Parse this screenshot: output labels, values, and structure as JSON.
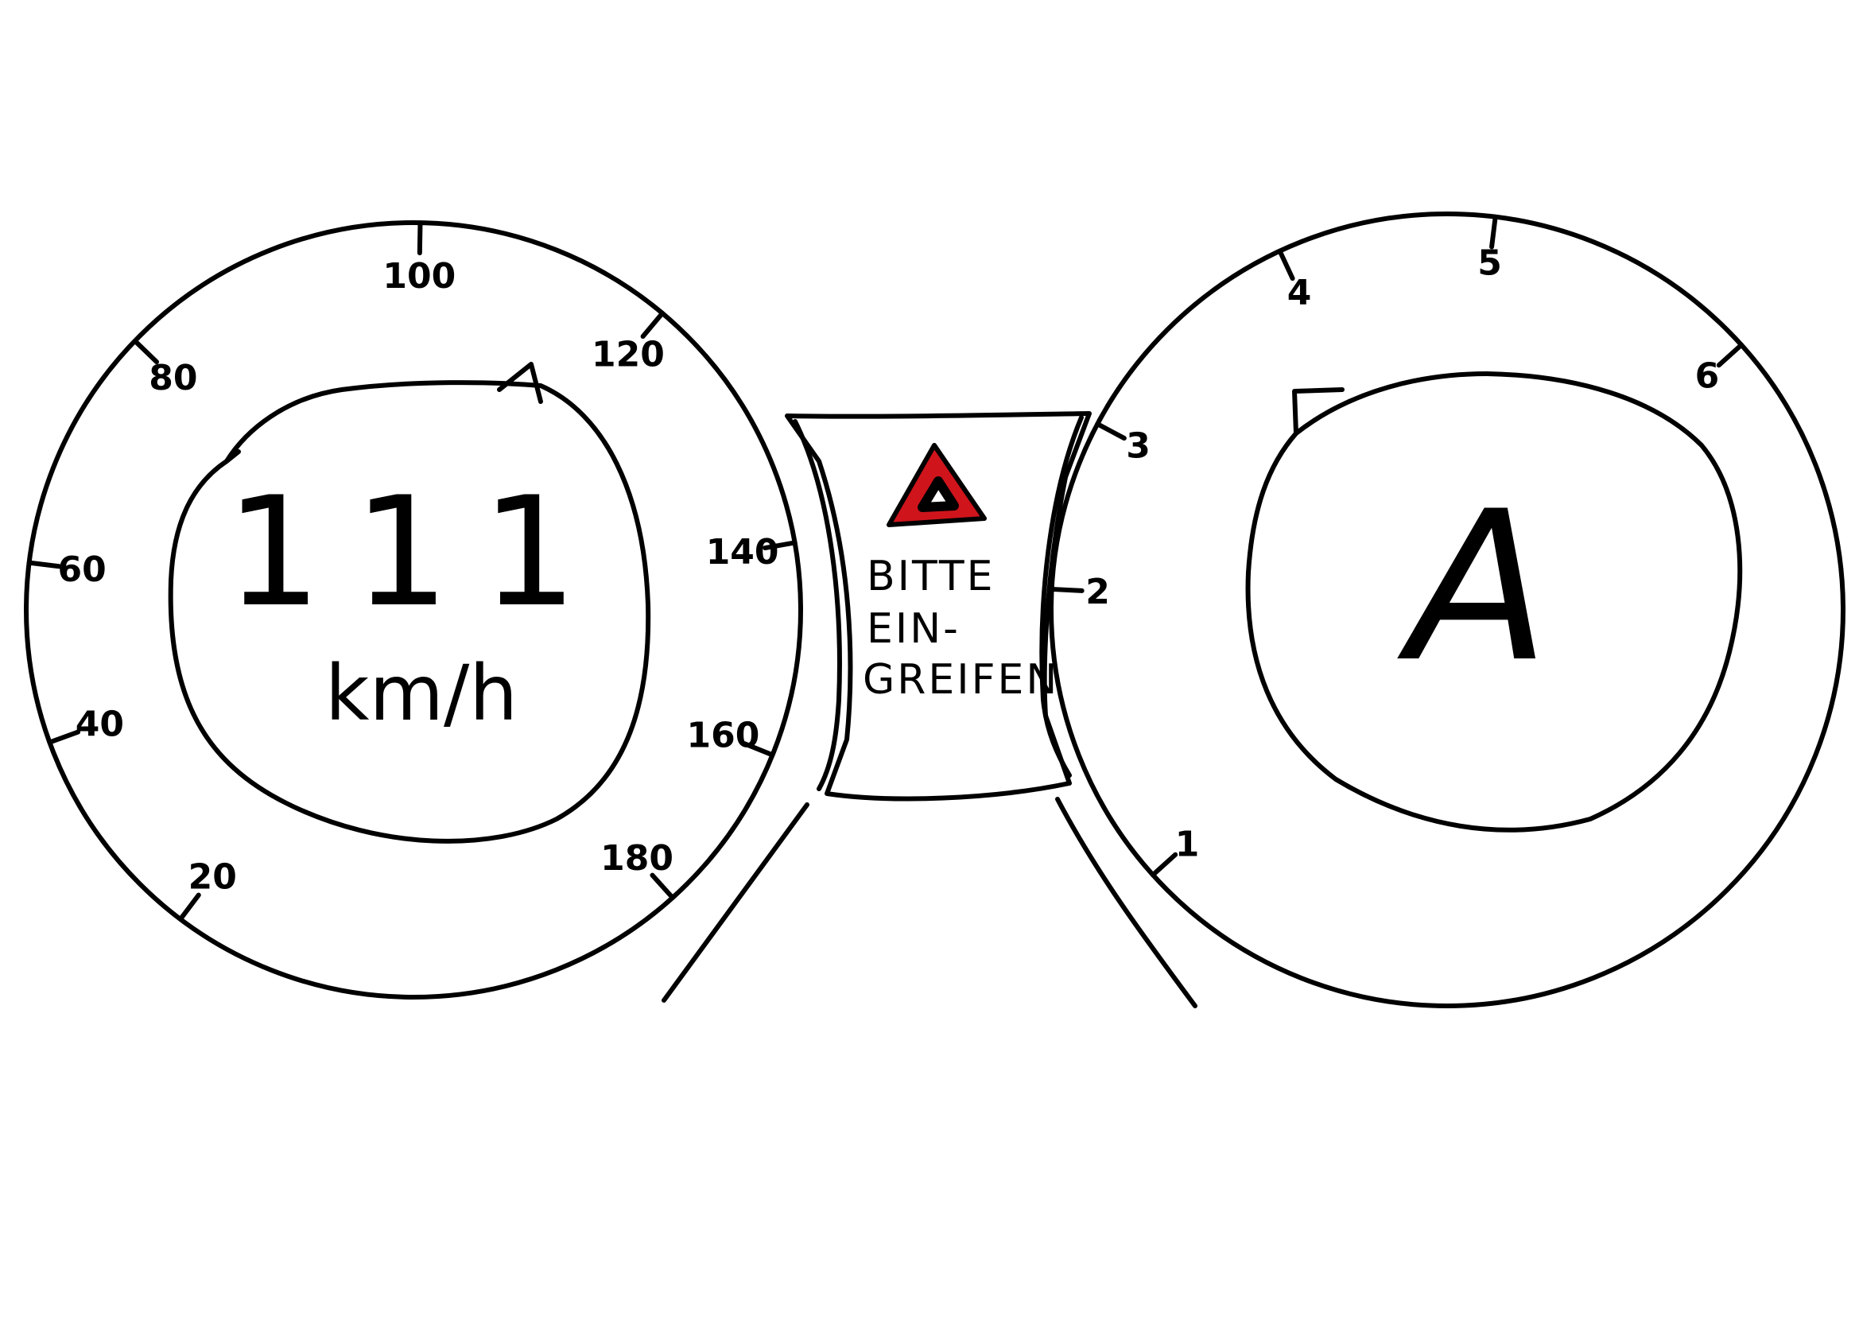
{
  "speedometer": {
    "speed_value": "111",
    "speed_unit": "km/h",
    "tick_labels": [
      "20",
      "40",
      "60",
      "80",
      "100",
      "120",
      "140",
      "160",
      "180"
    ]
  },
  "center_panel": {
    "warning_icon": "hazard-triangle-icon",
    "warning_color": "#d0141c",
    "message_lines": [
      "BITTE",
      "EIN-",
      "GREIFEN"
    ]
  },
  "gear_dial": {
    "current_gear": "A",
    "tick_labels": [
      "1",
      "2",
      "3",
      "4",
      "5",
      "6"
    ]
  }
}
